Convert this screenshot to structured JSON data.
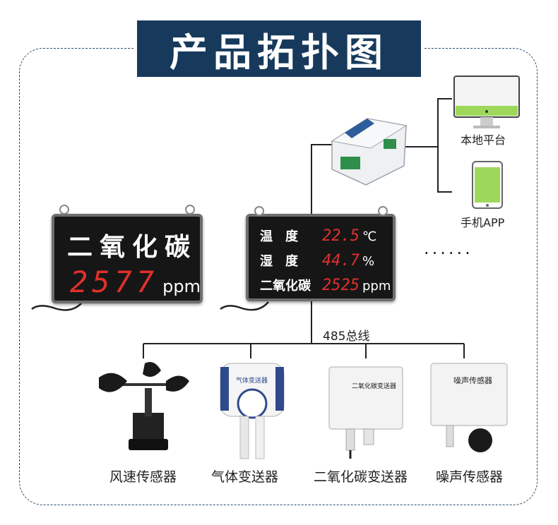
{
  "title": "产品拓扑图",
  "display_left": {
    "label": "二氧化碳",
    "value": "2577",
    "unit": "ppm"
  },
  "display_right": {
    "rows": [
      {
        "label": "温　度",
        "value": "22.5",
        "unit": "℃"
      },
      {
        "label": "湿　度",
        "value": "44.7",
        "unit": "%"
      },
      {
        "label": "二氧化碳",
        "value": "2525",
        "unit": "ppm"
      }
    ]
  },
  "platforms": {
    "local": "本地平台",
    "mobile": "手机APP"
  },
  "ellipsis": "······",
  "bus_label": "485总线",
  "sensors": [
    "风速传感器",
    "气体变送器",
    "二氧化碳变送器",
    "噪声传感器"
  ],
  "device_labels": {
    "gas": "气体变送器",
    "co2": "二氧化碳变送器",
    "noise": "噪声传感器"
  },
  "colors": {
    "title_bg": "#173a5c",
    "segment_red": "#e0302c",
    "app_green": "#9ed85a"
  }
}
